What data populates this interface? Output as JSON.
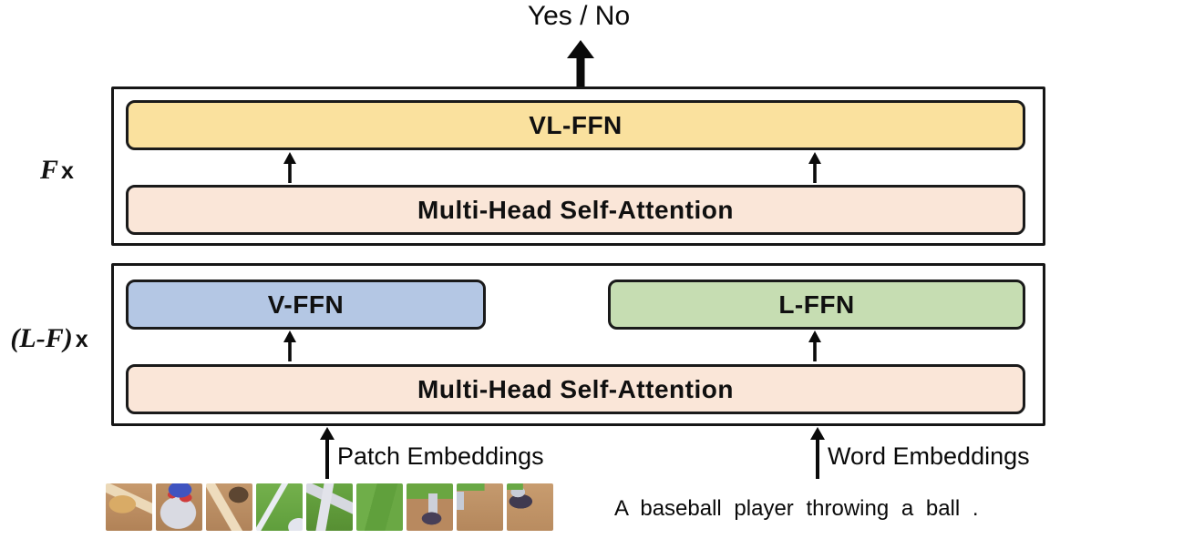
{
  "output": {
    "label": "Yes / No"
  },
  "top_block": {
    "repeat_factor": "F",
    "repeat_times_symbol": "x",
    "vl_ffn": "VL-FFN",
    "attention": "Multi-Head Self-Attention"
  },
  "bottom_block": {
    "repeat_factor": "(L-F)",
    "repeat_times_symbol": "x",
    "v_ffn": "V-FFN",
    "l_ffn": "L-FFN",
    "attention": "Multi-Head Self-Attention"
  },
  "inputs": {
    "patch_embeddings_label": "Patch Embeddings",
    "word_embeddings_label": "Word Embeddings",
    "text_input": "A baseball player throwing a ball .",
    "image_patch_count": 9,
    "image_patches": [
      "dirt-with-glove",
      "pitcher-torso-cap",
      "dirt-with-arm",
      "grass-white-line",
      "pitcher-legs-grass",
      "grass",
      "grass-dirt-shoe",
      "dirt-green-edge",
      "dirt-dark-shoe"
    ]
  },
  "colors": {
    "vl_ffn_fill": "#FAE19E",
    "attention_fill": "#FAE6D8",
    "v_ffn_fill": "#B4C7E4",
    "l_ffn_fill": "#C6DDB2",
    "box_border": "#1A1A1A"
  }
}
